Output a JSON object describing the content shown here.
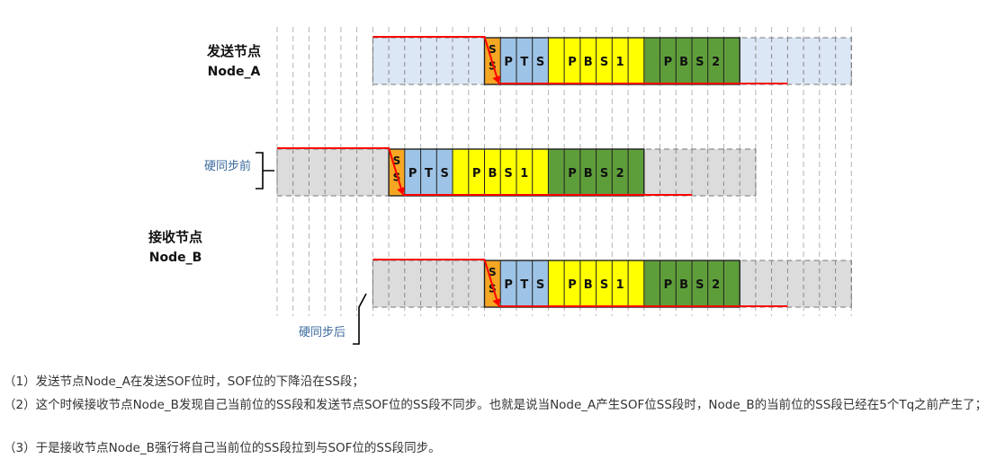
{
  "diagram": {
    "row_a": {
      "title": "发送节点",
      "node": "Node_A"
    },
    "row_b": {
      "title": "接收节点",
      "node": "Node_B"
    },
    "before_label": "硬同步前",
    "after_label": "硬同步后",
    "fields": {
      "ss": [
        "S",
        "S"
      ],
      "pts": [
        "P",
        "T",
        "S"
      ],
      "pbs1": [
        "P",
        "B",
        "S",
        "1"
      ],
      "pbs2": [
        "P",
        "B",
        "S",
        "2"
      ]
    },
    "colors": {
      "ss": "#f5a623",
      "pts": "#9dc3e6",
      "pbs1": "#ffff00",
      "pbs2": "#5e9e3a",
      "idle_a": "#dbe7f4",
      "idle_b": "#dcdcdc",
      "signal": "#ff0000"
    }
  },
  "notes": [
    "（1）发送节点Node_A在发送SOF位时，SOF位的下降沿在SS段；",
    "（2）这个时候接收节点Node_B发现自己当前位的SS段和发送节点SOF位的SS段不同步。也就是说当Node_A产生SOF位SS段时，Node_B的当前位的SS段已经在5个Tq之前产生了；",
    "（3）于是接收节点Node_B强行将自己当前位的SS段拉到与SOF位的SS段同步。"
  ]
}
